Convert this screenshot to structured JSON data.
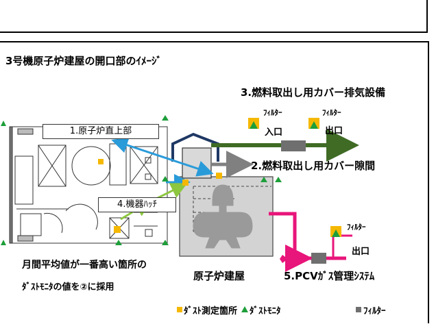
{
  "heading": "3号機原子炉建屋の開口部のｲﾒｰｼﾞ",
  "labels": {
    "exhaust_facility": "3.燃料取出し用カバー排気設備",
    "filter_top_left": "ﾌｨﾙﾀｰ",
    "filter_top_right": "ﾌｨﾙﾀｰ",
    "inlet": "入口",
    "outlet_top": "出口",
    "cover_gap": "2.燃料取出し用カバー隙間",
    "reactor_top": "1.原子炉直上部",
    "equipment_hatch": "4.機器ﾊｯﾁ",
    "filter_bottom": "ﾌｨﾙﾀｰ",
    "outlet_bottom": "出口",
    "reactor_building": "原子炉建屋",
    "pcv_gas": "5.PCVｶﾞｽ管理ｼｽﾃﾑ",
    "note_line1": "月間平均値が一番高い箇所の",
    "note_line2": "ﾀﾞｽﾄﾓﾆﾀの値を②に採用"
  },
  "legend": {
    "dust_point": "ﾀﾞｽﾄ測定箇所",
    "dust_monitor": "ﾀﾞｽﾄﾓﾆﾀ",
    "filter": "ﾌｨﾙﾀｰ"
  },
  "colors": {
    "dust_point": "#f5b800",
    "dust_monitor": "#1e9e3a",
    "filter": "#6f6f6f",
    "exhaust_line": "#3f6b25",
    "pcv_line": "#e8157a",
    "blue_arrow": "#2a9bd9",
    "green_arrow": "#8dc63f",
    "cover": "#1f3864",
    "building_fill": "#d3d3d3"
  }
}
